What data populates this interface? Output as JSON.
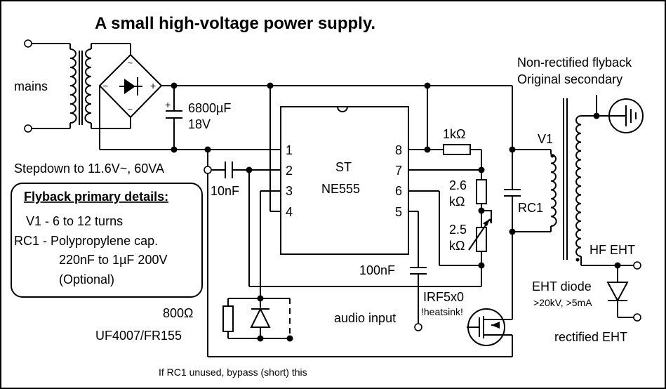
{
  "title": "A small high-voltage power supply.",
  "labels": {
    "mains": "mains",
    "capacitor_main_value": "6800µF",
    "capacitor_main_voltage": "18V",
    "stepdown": "Stepdown to 11.6V~, 60VA",
    "cap_10nf": "10nF",
    "ic_maker": "ST",
    "ic_part": "NE555",
    "pin1": "1",
    "pin2": "2",
    "pin3": "3",
    "pin4": "4",
    "pin5": "5",
    "pin6": "6",
    "pin7": "7",
    "pin8": "8",
    "r_1k": "1kΩ",
    "r_2k6_a": "2.6",
    "r_2k6_b": "kΩ",
    "r_2k5_a": "2.5",
    "r_2k5_b": "kΩ",
    "cap_100nf": "100nF",
    "mosfet": "IRF5x0",
    "heatsink": "!heatsink!",
    "audio_input": "audio input",
    "r_800": "800Ω",
    "diode_snubber": "UF4007/FR155",
    "rc1_note": "If RC1 unused, bypass (short) this",
    "flyback_title_1": "Non-rectified flyback",
    "flyback_title_2": "Original secondary",
    "v1": "V1",
    "rc1": "RC1",
    "hf_eht": "HF EHT",
    "eht_diode": "EHT diode",
    "eht_diode_spec": ">20kV, >5mA",
    "rectified_eht": "rectified EHT"
  },
  "flyback_box": {
    "heading": "Flyback primary details:",
    "line1": "V1 - 6 to 12 turns",
    "line2": "RC1 - Polypropylene cap.",
    "line3": "220nF to 1µF 200V",
    "line4": "(Optional)"
  }
}
